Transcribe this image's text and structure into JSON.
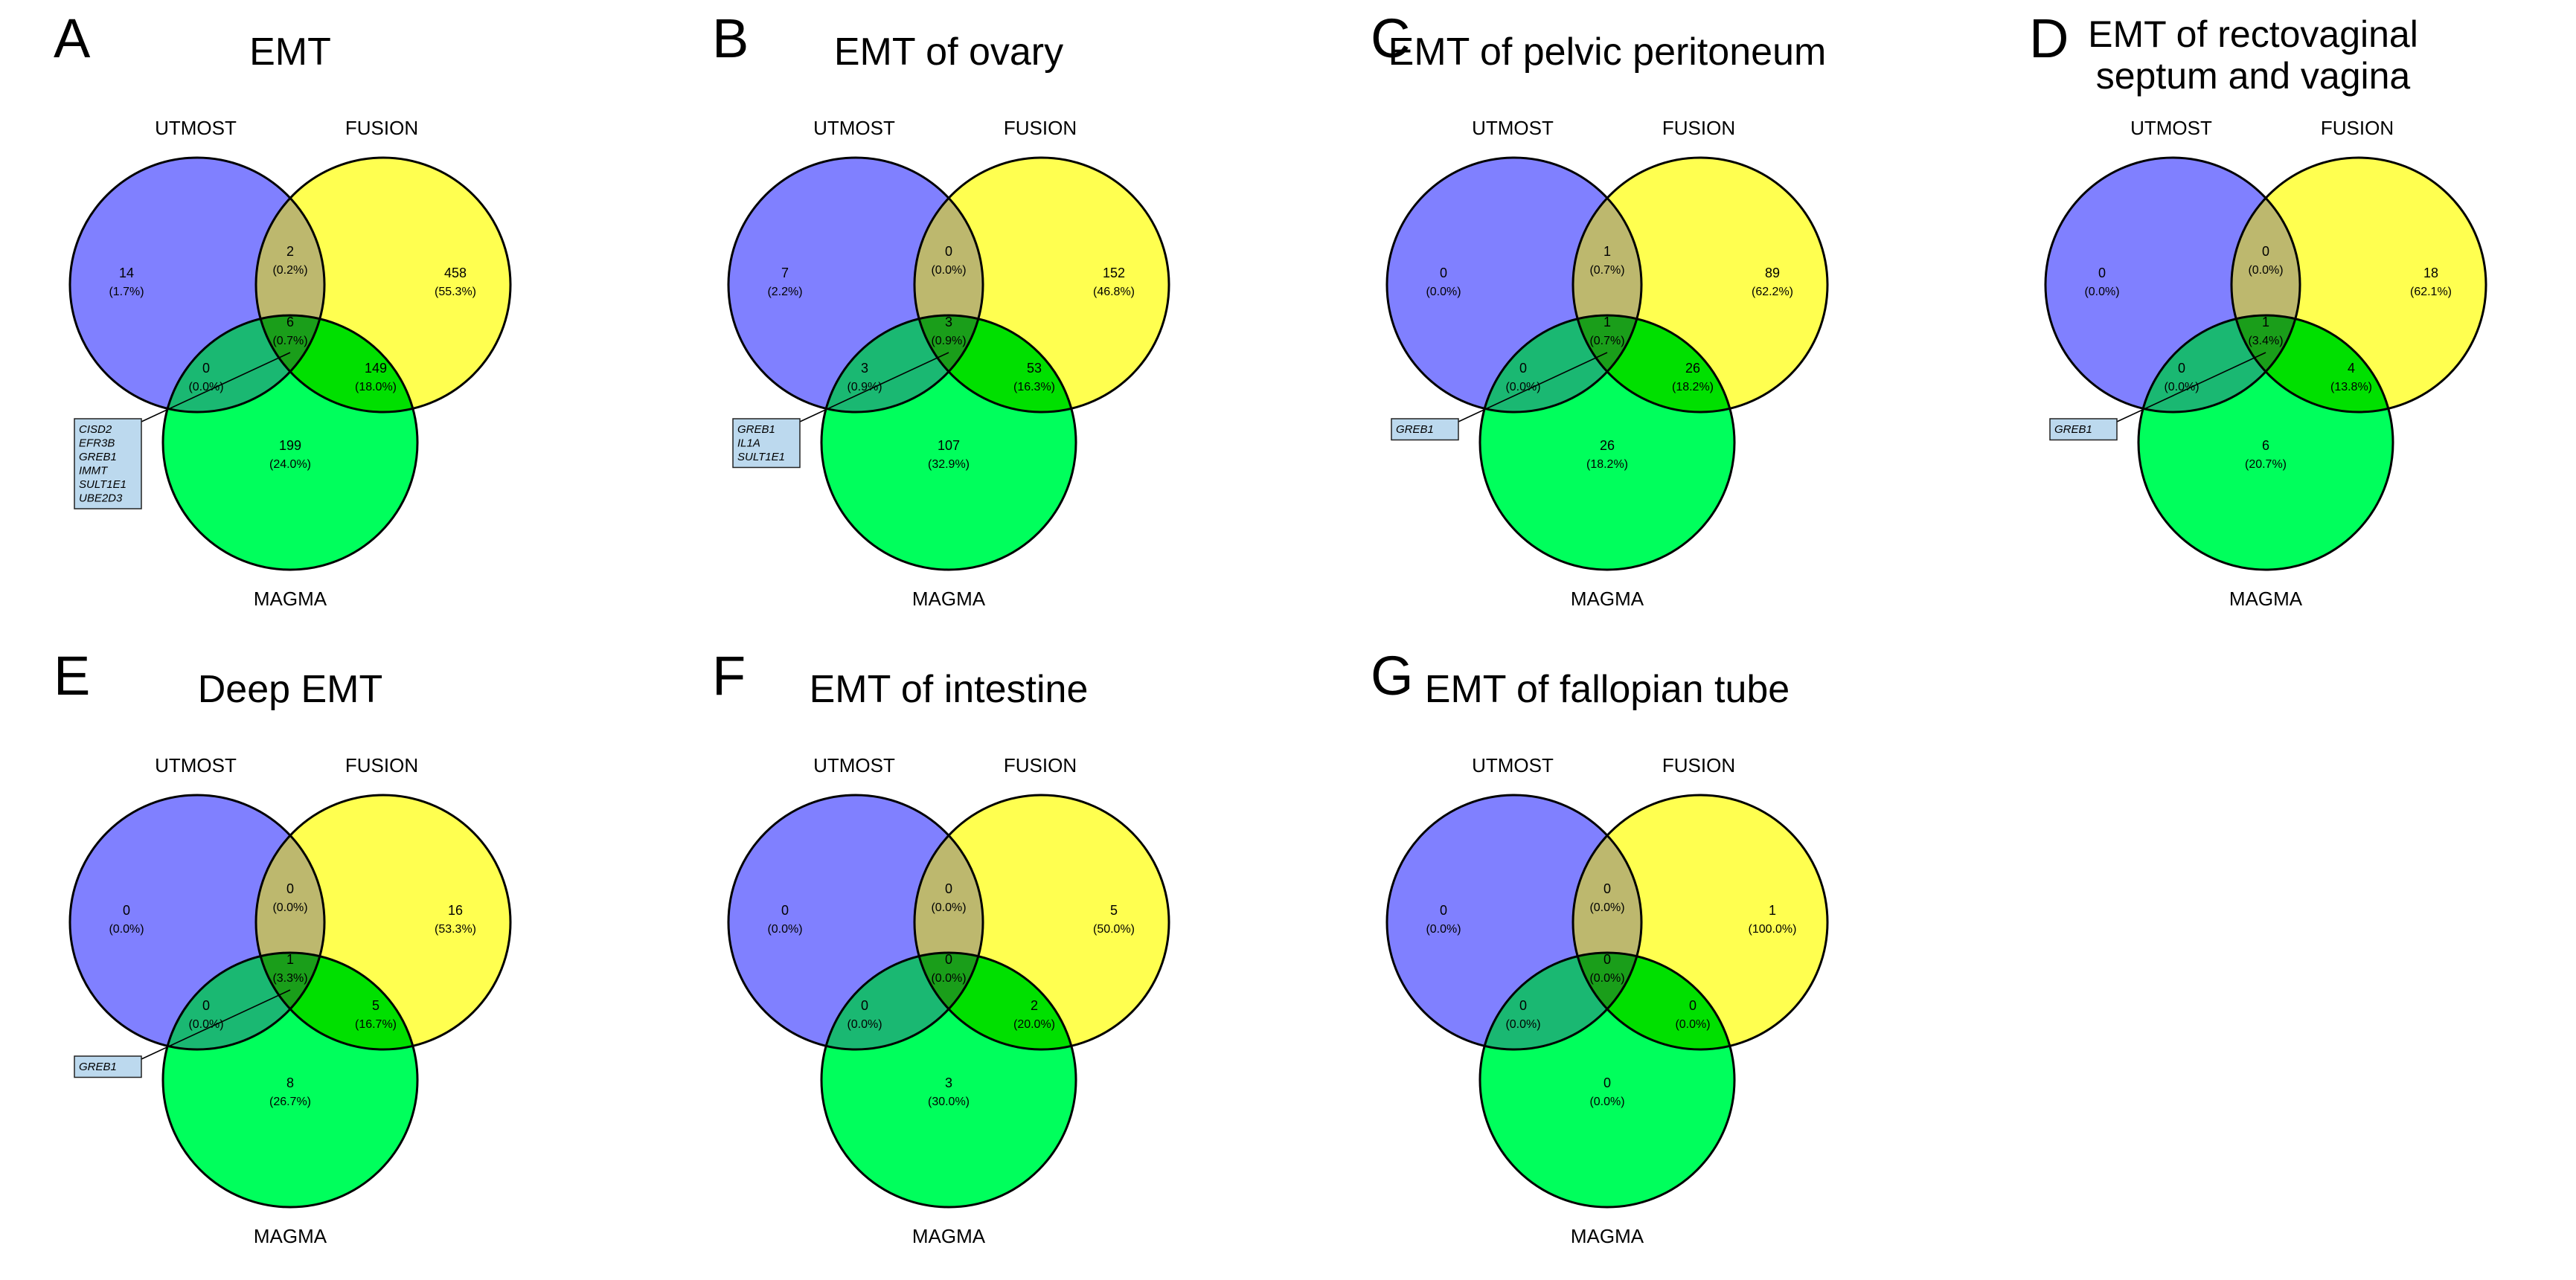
{
  "colors": {
    "utmost": "#8080ff",
    "fusion": "#ffff50",
    "magma": "#00ff5c",
    "utmost_fusion": "#bdb86e",
    "utmost_magma": "#1ab872",
    "fusion_magma": "#00e000",
    "all_three": "#1a9e1a",
    "callout_fill": "#bcd9ee",
    "outline": "#000000"
  },
  "panels": [
    {
      "letter": "A",
      "title_lines": [
        "EMT"
      ],
      "sets": {
        "a": "UTMOST",
        "b": "FUSION",
        "c": "MAGMA"
      },
      "regions": {
        "a_only": {
          "n": "14",
          "p": "(1.7%)"
        },
        "b_only": {
          "n": "458",
          "p": "(55.3%)"
        },
        "ab": {
          "n": "2",
          "p": "(0.2%)"
        },
        "ac": {
          "n": "0",
          "p": "(0.0%)"
        },
        "abc": {
          "n": "6",
          "p": "(0.7%)"
        },
        "bc": {
          "n": "149",
          "p": "(18.0%)"
        },
        "c_only": {
          "n": "199",
          "p": "(24.0%)"
        }
      },
      "genes": [
        "CISD2",
        "EFR3B",
        "GREB1",
        "IMMT",
        "SULT1E1",
        "UBE2D3"
      ]
    },
    {
      "letter": "B",
      "title_lines": [
        "EMT of ovary"
      ],
      "sets": {
        "a": "UTMOST",
        "b": "FUSION",
        "c": "MAGMA"
      },
      "regions": {
        "a_only": {
          "n": "7",
          "p": "(2.2%)"
        },
        "b_only": {
          "n": "152",
          "p": "(46.8%)"
        },
        "ab": {
          "n": "0",
          "p": "(0.0%)"
        },
        "ac": {
          "n": "3",
          "p": "(0.9%)"
        },
        "abc": {
          "n": "3",
          "p": "(0.9%)"
        },
        "bc": {
          "n": "53",
          "p": "(16.3%)"
        },
        "c_only": {
          "n": "107",
          "p": "(32.9%)"
        }
      },
      "genes": [
        "GREB1",
        "IL1A",
        "SULT1E1"
      ]
    },
    {
      "letter": "C",
      "title_lines": [
        "EMT of pelvic peritoneum"
      ],
      "sets": {
        "a": "UTMOST",
        "b": "FUSION",
        "c": "MAGMA"
      },
      "regions": {
        "a_only": {
          "n": "0",
          "p": "(0.0%)"
        },
        "b_only": {
          "n": "89",
          "p": "(62.2%)"
        },
        "ab": {
          "n": "1",
          "p": "(0.7%)"
        },
        "ac": {
          "n": "0",
          "p": "(0.0%)"
        },
        "abc": {
          "n": "1",
          "p": "(0.7%)"
        },
        "bc": {
          "n": "26",
          "p": "(18.2%)"
        },
        "c_only": {
          "n": "26",
          "p": "(18.2%)"
        }
      },
      "genes": [
        "GREB1"
      ]
    },
    {
      "letter": "D",
      "title_lines": [
        "EMT of rectovaginal",
        "septum and vagina"
      ],
      "sets": {
        "a": "UTMOST",
        "b": "FUSION",
        "c": "MAGMA"
      },
      "regions": {
        "a_only": {
          "n": "0",
          "p": "(0.0%)"
        },
        "b_only": {
          "n": "18",
          "p": "(62.1%)"
        },
        "ab": {
          "n": "0",
          "p": "(0.0%)"
        },
        "ac": {
          "n": "0",
          "p": "(0.0%)"
        },
        "abc": {
          "n": "1",
          "p": "(3.4%)"
        },
        "bc": {
          "n": "4",
          "p": "(13.8%)"
        },
        "c_only": {
          "n": "6",
          "p": "(20.7%)"
        }
      },
      "genes": [
        "GREB1"
      ]
    },
    {
      "letter": "E",
      "title_lines": [
        "Deep EMT"
      ],
      "sets": {
        "a": "UTMOST",
        "b": "FUSION",
        "c": "MAGMA"
      },
      "regions": {
        "a_only": {
          "n": "0",
          "p": "(0.0%)"
        },
        "b_only": {
          "n": "16",
          "p": "(53.3%)"
        },
        "ab": {
          "n": "0",
          "p": "(0.0%)"
        },
        "ac": {
          "n": "0",
          "p": "(0.0%)"
        },
        "abc": {
          "n": "1",
          "p": "(3.3%)"
        },
        "bc": {
          "n": "5",
          "p": "(16.7%)"
        },
        "c_only": {
          "n": "8",
          "p": "(26.7%)"
        }
      },
      "genes": [
        "GREB1"
      ]
    },
    {
      "letter": "F",
      "title_lines": [
        "EMT of intestine"
      ],
      "sets": {
        "a": "UTMOST",
        "b": "FUSION",
        "c": "MAGMA"
      },
      "regions": {
        "a_only": {
          "n": "0",
          "p": "(0.0%)"
        },
        "b_only": {
          "n": "5",
          "p": "(50.0%)"
        },
        "ab": {
          "n": "0",
          "p": "(0.0%)"
        },
        "ac": {
          "n": "0",
          "p": "(0.0%)"
        },
        "abc": {
          "n": "0",
          "p": "(0.0%)"
        },
        "bc": {
          "n": "2",
          "p": "(20.0%)"
        },
        "c_only": {
          "n": "3",
          "p": "(30.0%)"
        }
      },
      "genes": []
    },
    {
      "letter": "G",
      "title_lines": [
        "EMT of fallopian tube"
      ],
      "sets": {
        "a": "UTMOST",
        "b": "FUSION",
        "c": "MAGMA"
      },
      "regions": {
        "a_only": {
          "n": "0",
          "p": "(0.0%)"
        },
        "b_only": {
          "n": "1",
          "p": "(100.0%)"
        },
        "ab": {
          "n": "0",
          "p": "(0.0%)"
        },
        "ac": {
          "n": "0",
          "p": "(0.0%)"
        },
        "abc": {
          "n": "0",
          "p": "(0.0%)"
        },
        "bc": {
          "n": "0",
          "p": "(0.0%)"
        },
        "c_only": {
          "n": "0",
          "p": "(0.0%)"
        }
      },
      "genes": []
    }
  ]
}
